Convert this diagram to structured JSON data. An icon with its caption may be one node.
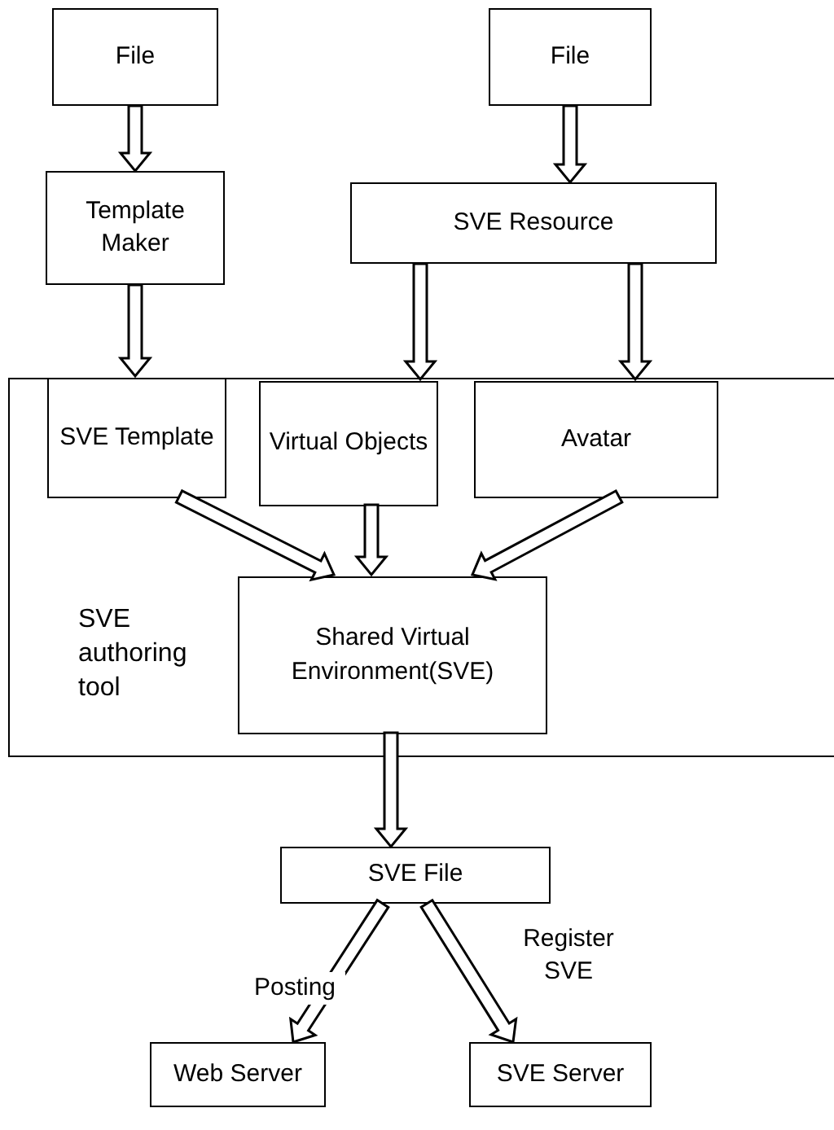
{
  "diagram": {
    "nodes": [
      {
        "text": [
          "File"
        ]
      },
      {
        "text": [
          "File"
        ]
      },
      {
        "text": [
          "Template Maker"
        ]
      },
      {
        "text": [
          "SVE Resource"
        ]
      },
      {
        "text": [
          "SVE authoring tool"
        ]
      },
      {
        "text": [
          "SVE Template"
        ],
        "in": 4
      },
      {
        "text": [
          "Virtual Objects"
        ],
        "in": 4
      },
      {
        "text": [
          "Avatar"
        ],
        "in": 4
      },
      {
        "text": [
          "Shared Virtual Environment(SVE)"
        ],
        "in": 4
      },
      {
        "text": [
          "SVE File"
        ]
      },
      {
        "text": [
          "Web Server"
        ]
      },
      {
        "text": [
          "SVE Server"
        ]
      }
    ],
    "edges": [
      {
        "from": 0,
        "to": 2,
        "arrow": "to"
      },
      {
        "from": 1,
        "to": 3,
        "arrow": "to"
      },
      {
        "from": 2,
        "to": 5,
        "arrow": "to"
      },
      {
        "from": 3,
        "to": 6,
        "arrow": "to"
      },
      {
        "from": 3,
        "to": 7,
        "arrow": "to"
      },
      {
        "from": 5,
        "to": 8,
        "arrow": "to"
      },
      {
        "from": 6,
        "to": 8,
        "arrow": "to"
      },
      {
        "from": 7,
        "to": 8,
        "arrow": "to"
      },
      {
        "from": 8,
        "to": 9,
        "arrow": "to"
      },
      {
        "from": 9,
        "to": 10,
        "arrow": "to",
        "label": "Posting"
      },
      {
        "from": 9,
        "to": 11,
        "arrow": "to",
        "label": "Register SVE"
      }
    ]
  }
}
